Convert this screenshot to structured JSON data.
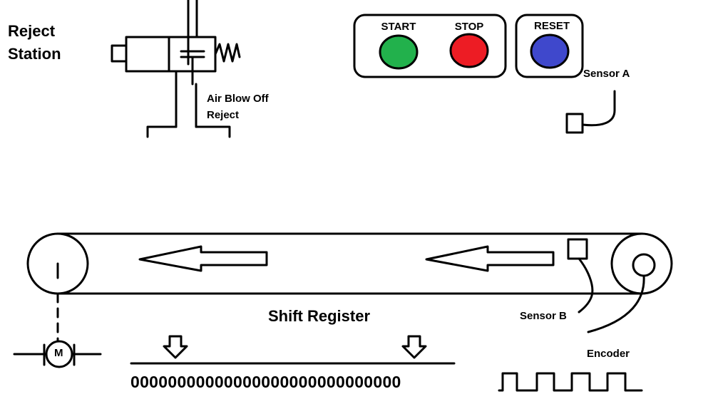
{
  "labels": {
    "reject_station_line1": "Reject",
    "reject_station_line2": "Station",
    "air_blow_off_line1": "Air Blow Off",
    "air_blow_off_line2": "Reject",
    "sensor_a": "Sensor A",
    "sensor_b": "Sensor B",
    "encoder": "Encoder",
    "shift_register_title": "Shift Register",
    "motor": "M"
  },
  "buttons": [
    {
      "label": "START",
      "color": "#22b14c"
    },
    {
      "label": "STOP",
      "color": "#ed1c24"
    },
    {
      "label": "RESET",
      "color": "#3f48cc"
    }
  ],
  "shift_register": {
    "bits": "00000000000000000000000000000"
  }
}
